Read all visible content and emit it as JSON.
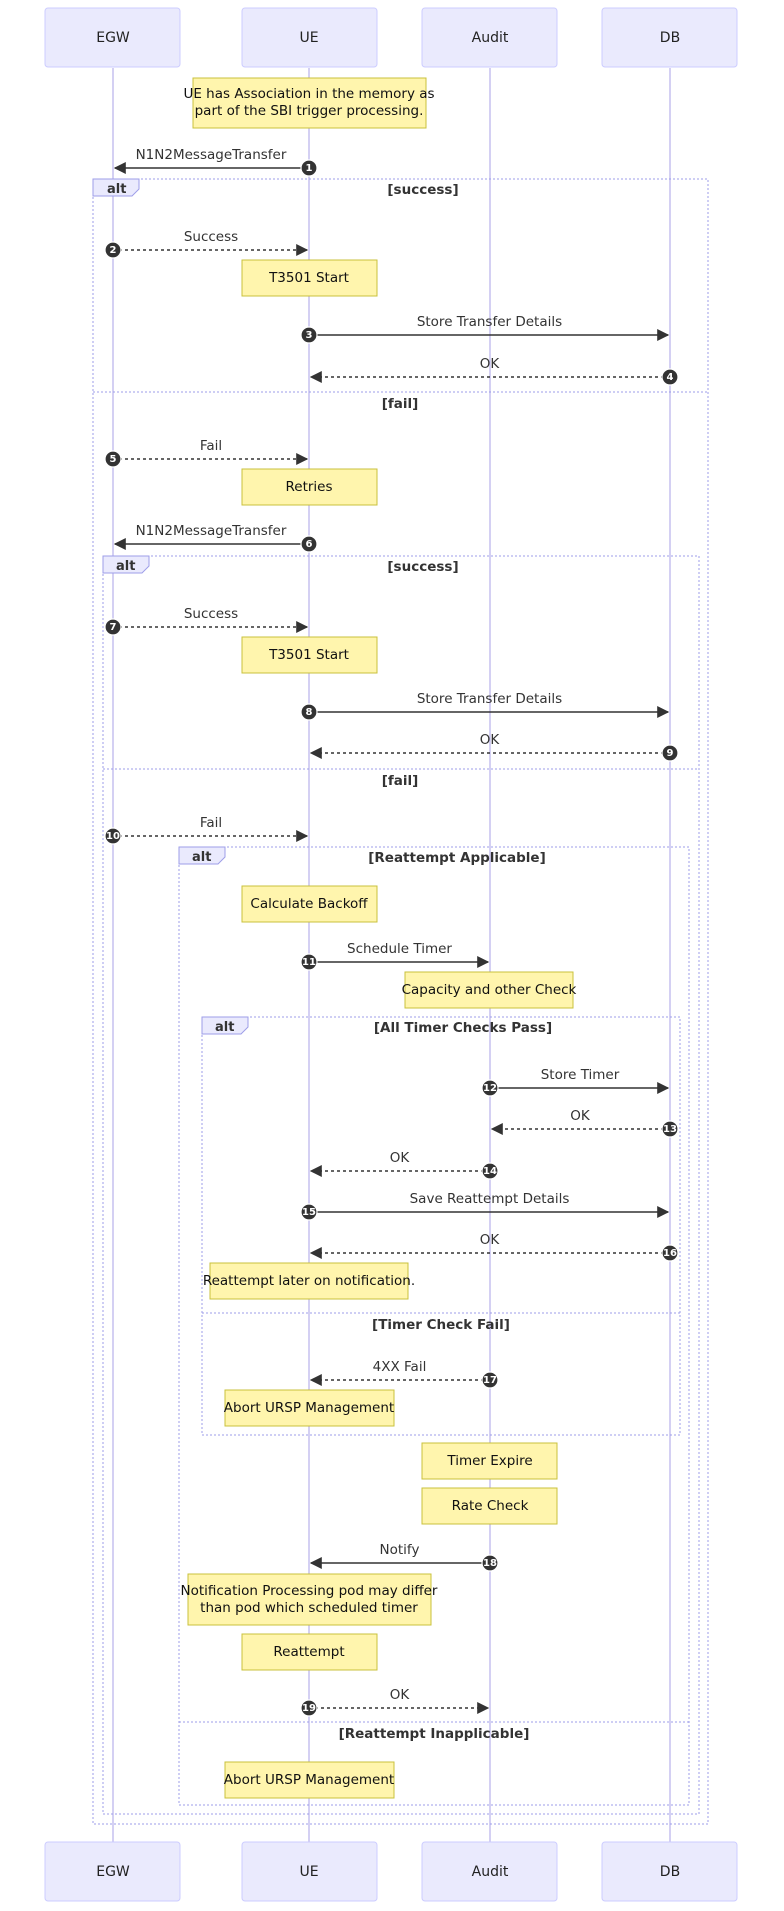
{
  "actors": [
    {
      "id": "EGW",
      "label": "EGW"
    },
    {
      "id": "UE",
      "label": "UE"
    },
    {
      "id": "Audit",
      "label": "Audit"
    },
    {
      "id": "DB",
      "label": "DB"
    }
  ],
  "frame_keyword": "alt",
  "conditions": {
    "outer_success": "[success]",
    "outer_fail": "[fail]",
    "inner_success": "[success]",
    "inner_fail": "[fail]",
    "reattempt_applicable": "[Reattempt Applicable]",
    "timer_pass": "[All Timer Checks Pass]",
    "timer_fail": "[Timer Check Fail]",
    "reattempt_inapplicable": "[Reattempt Inapplicable]"
  },
  "notes": {
    "association": [
      "UE has Association in the memory as",
      "part of the SBI trigger processing."
    ],
    "t3501_start_1": "T3501 Start",
    "retries": "Retries",
    "t3501_start_2": "T3501 Start",
    "calculate_backoff": "Calculate Backoff",
    "capacity_check": "Capacity and other Check",
    "reattempt_later": "Reattempt later on notification.",
    "abort_ursp_1": "Abort URSP Management",
    "timer_expire": "Timer Expire",
    "rate_check": "Rate Check",
    "notification_processing": [
      "Notification Processing pod may differ",
      "than pod which scheduled timer"
    ],
    "reattempt": "Reattempt",
    "abort_ursp_2": "Abort URSP Management"
  },
  "messages": [
    {
      "num": "1",
      "label": "N1N2MessageTransfer"
    },
    {
      "num": "2",
      "label": "Success"
    },
    {
      "num": "3",
      "label": "Store Transfer Details"
    },
    {
      "num": "4",
      "label": "OK"
    },
    {
      "num": "5",
      "label": "Fail"
    },
    {
      "num": "6",
      "label": "N1N2MessageTransfer"
    },
    {
      "num": "7",
      "label": "Success"
    },
    {
      "num": "8",
      "label": "Store Transfer Details"
    },
    {
      "num": "9",
      "label": "OK"
    },
    {
      "num": "10",
      "label": "Fail"
    },
    {
      "num": "11",
      "label": "Schedule Timer"
    },
    {
      "num": "12",
      "label": "Store Timer"
    },
    {
      "num": "13",
      "label": "OK"
    },
    {
      "num": "14",
      "label": "OK"
    },
    {
      "num": "15",
      "label": "Save Reattempt Details"
    },
    {
      "num": "16",
      "label": "OK"
    },
    {
      "num": "17",
      "label": "4XX Fail"
    },
    {
      "num": "18",
      "label": "Notify"
    },
    {
      "num": "19",
      "label": "OK"
    }
  ]
}
